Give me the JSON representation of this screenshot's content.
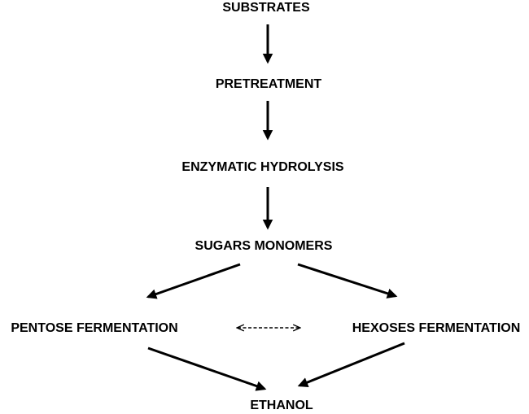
{
  "nodes": {
    "substrates": "SUBSTRATES",
    "pretreatment": "PRETREATMENT",
    "enzymatic_hydrolysis": "ENZYMATIC HYDROLYSIS",
    "sugars_monomers": "SUGARS MONOMERS",
    "pentose_fermentation": "PENTOSE FERMENTATION",
    "hexoses_fermentation": "HEXOSES FERMENTATION",
    "ethanol": "ETHANOL"
  },
  "colors": {
    "text": "#000000",
    "arrow": "#000000",
    "background": "#ffffff"
  }
}
